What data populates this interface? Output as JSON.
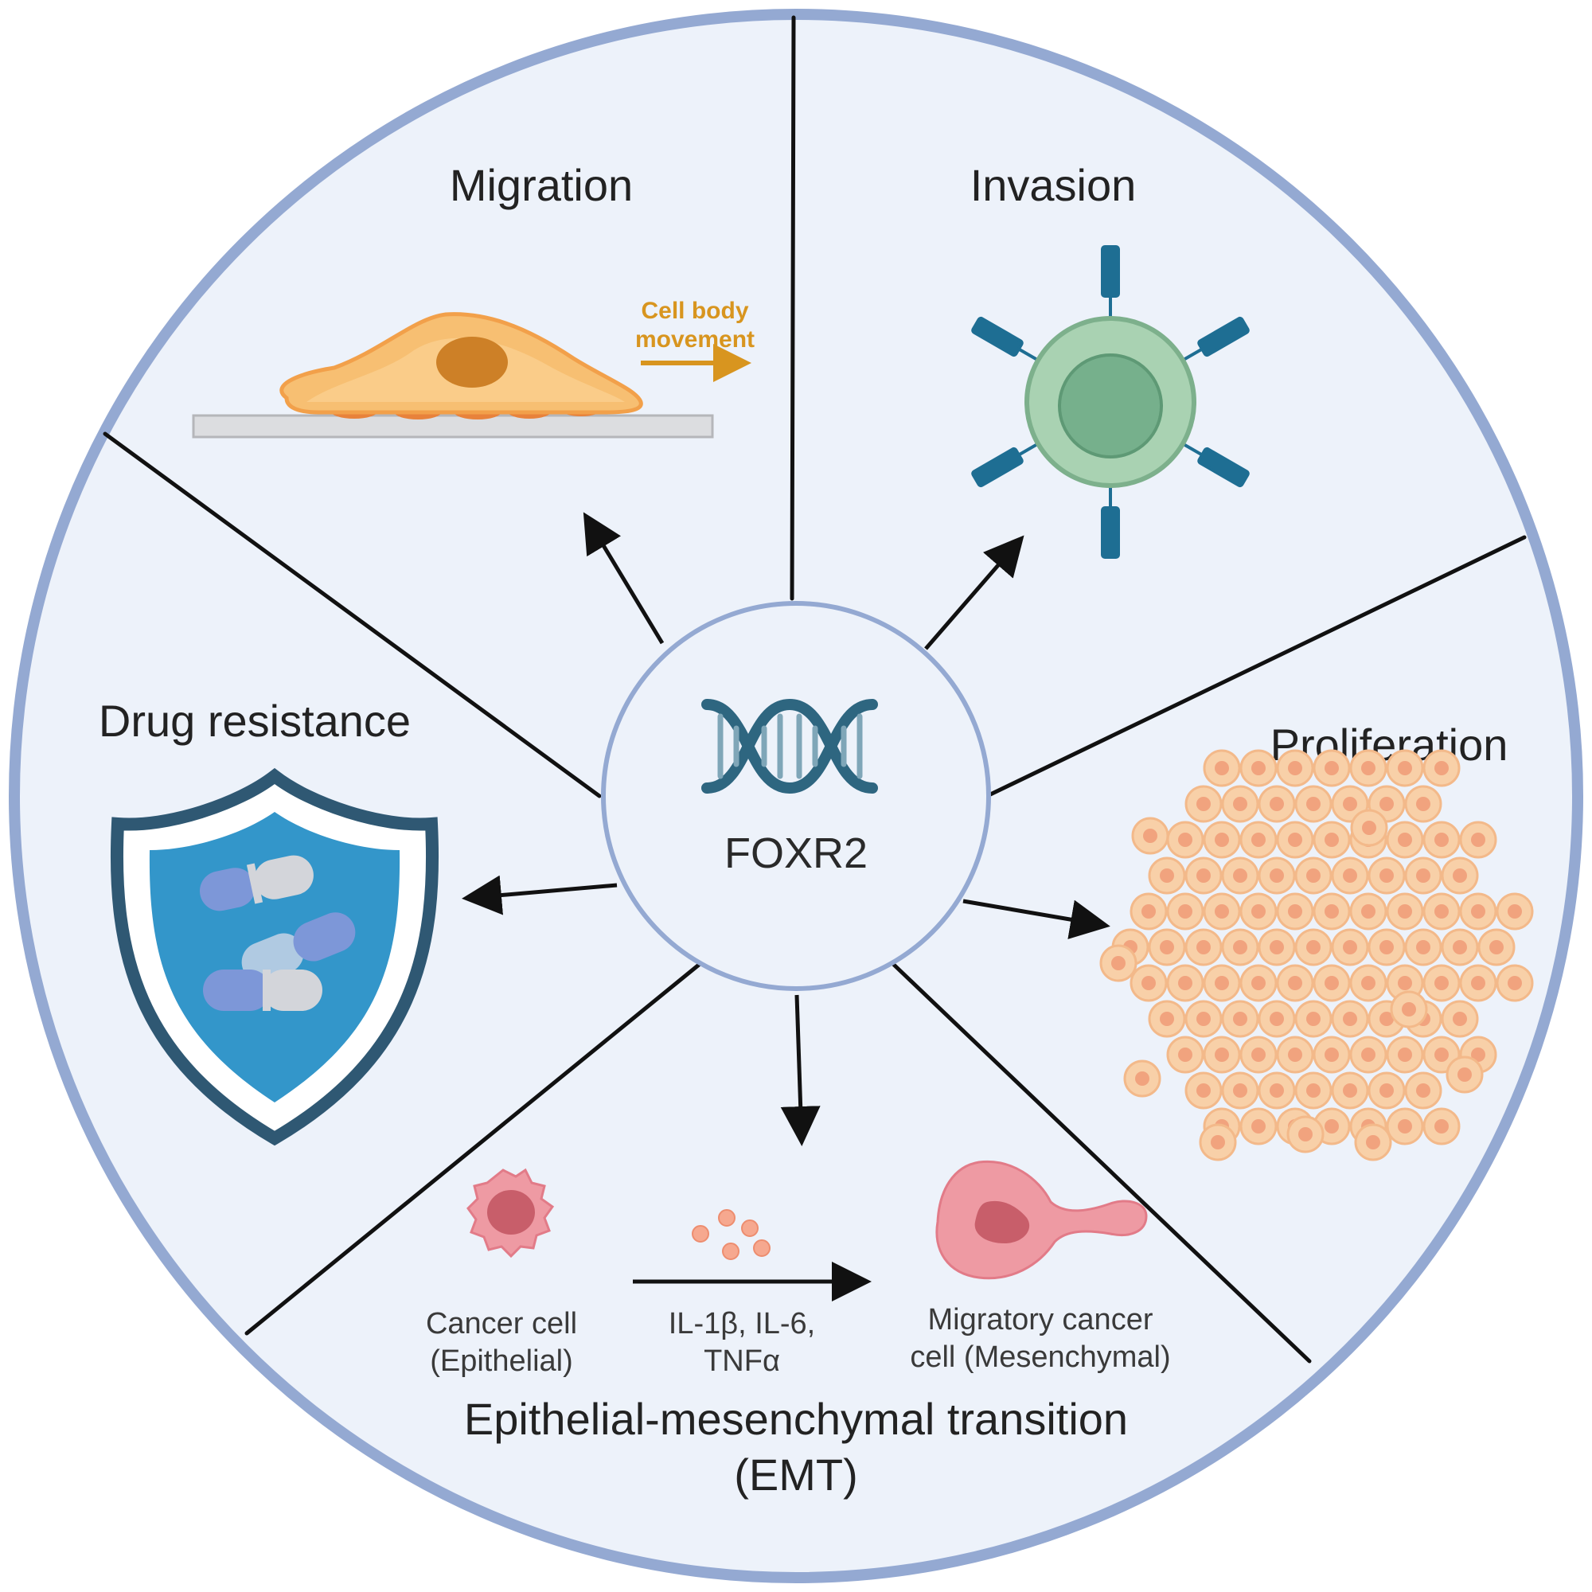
{
  "center": {
    "label": "FOXR2",
    "icon": "dna-icon"
  },
  "segments": {
    "migration": {
      "title": "Migration",
      "annotation_line1": "Cell body",
      "annotation_line2": "movement",
      "icon": "migrating-cell-icon"
    },
    "invasion": {
      "title": "Invasion",
      "icon": "receptor-cell-icon"
    },
    "proliferation": {
      "title": "Proliferation",
      "icon": "cell-cluster-icon"
    },
    "drug_resistance": {
      "title": "Drug resistance",
      "icon": "shield-capsules-icon"
    },
    "emt": {
      "title_line1": "Epithelial-mesenchymal transition",
      "title_line2": "(EMT)",
      "left_line1": "Cancer cell",
      "left_line2": "(Epithelial)",
      "middle_line1": "IL-1β, IL-6,",
      "middle_line2": "TNFα",
      "right_line1": "Migratory cancer",
      "right_line2": "cell (Mesenchymal)"
    }
  },
  "colors": {
    "outer_ring": "#94a9d2",
    "panel_fill": "#edf2fa",
    "divider": "#111111",
    "movement_orange": "#d8951f",
    "receptor_blue": "#1e6e93",
    "shield_blue": "#3396ca",
    "cancer_pink": "#e88592"
  }
}
